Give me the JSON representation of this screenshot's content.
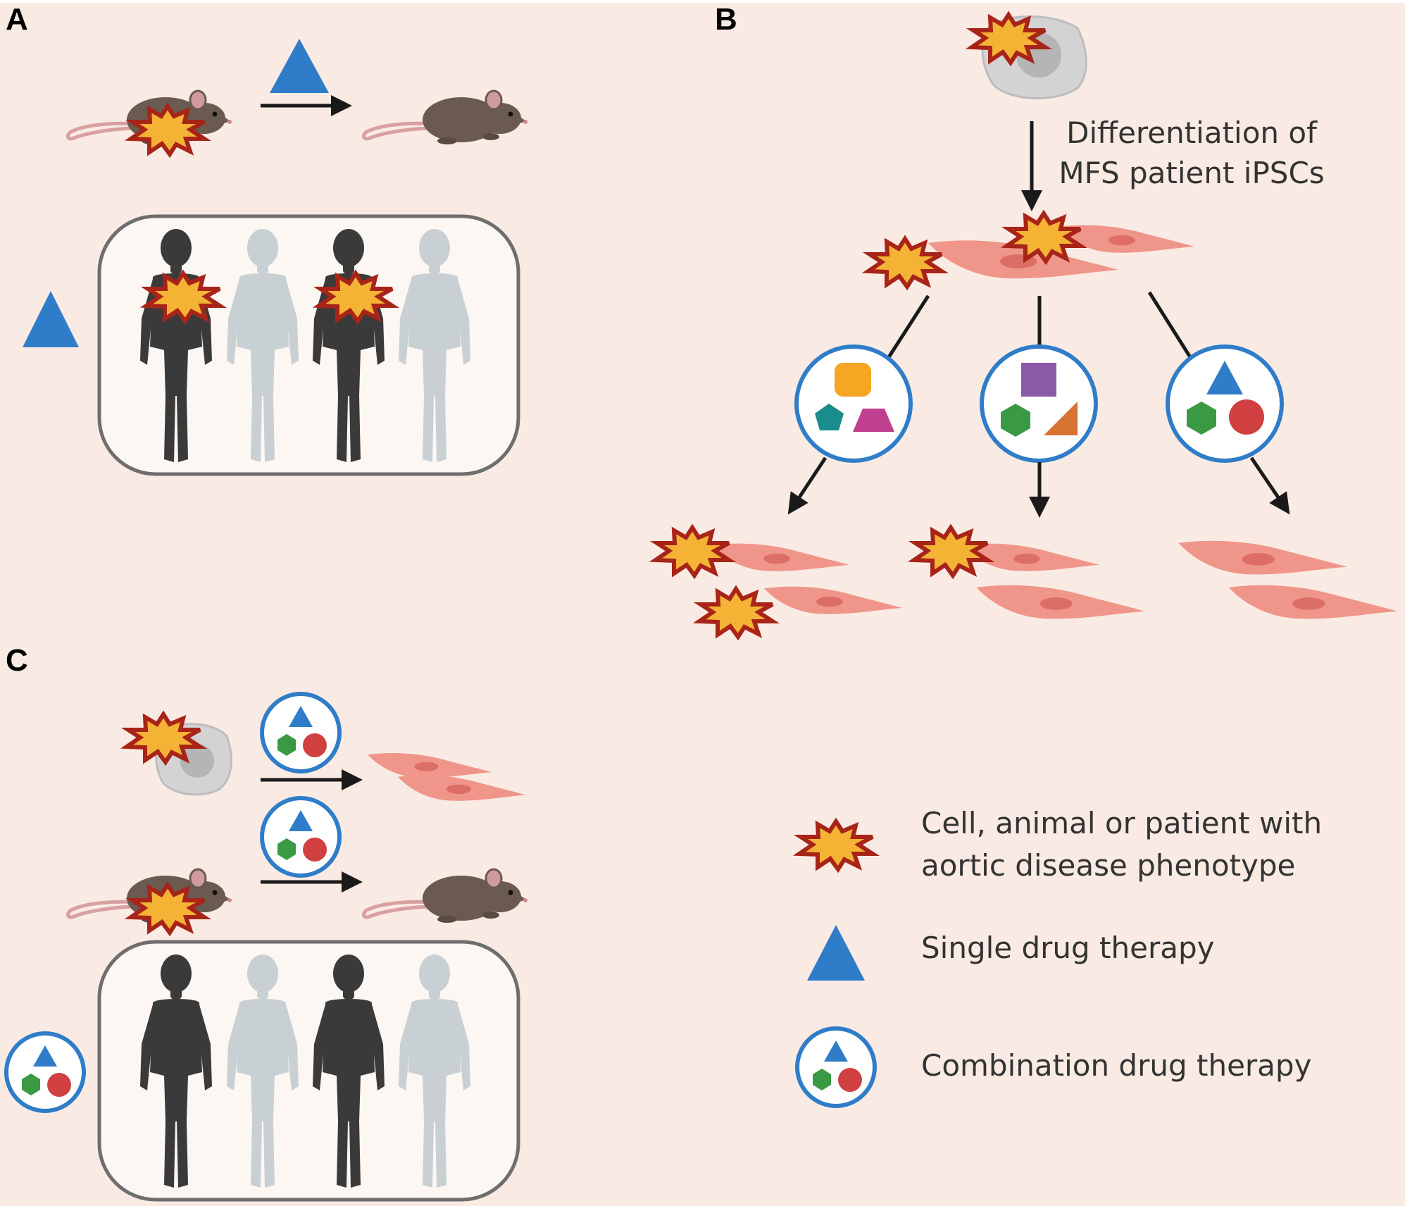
{
  "panels": {
    "a": "A",
    "b": "B",
    "c": "C"
  },
  "panel_b": {
    "caption_line1": "Differentiation of",
    "caption_line2": "MFS patient iPSCs"
  },
  "legend": {
    "phenotype_line1": "Cell, animal or patient with",
    "phenotype_line2": "aortic disease phenotype",
    "single": "Single drug therapy",
    "combination": "Combination drug therapy"
  },
  "colors": {
    "background": "#f9ebe3",
    "phenotype_star_fill": "#f5b335",
    "phenotype_star_stroke": "#a82418",
    "drug_blue": "#2f7dc8",
    "drug_green": "#3a9a44",
    "drug_red": "#d04040",
    "drug_orange": "#f6a623",
    "drug_teal": "#1a8c8c",
    "drug_magenta": "#c0408f",
    "drug_purple": "#8a5aa8",
    "drug_brown": "#d97334",
    "cell_fill": "#f0958a",
    "cell_nucleus": "#dd6e66",
    "ipsc_gray": "#d3d3d3",
    "mouse_brown": "#6a5a50",
    "patient_dark": "#3a3a3a",
    "patient_light": "#c9d0d3"
  }
}
